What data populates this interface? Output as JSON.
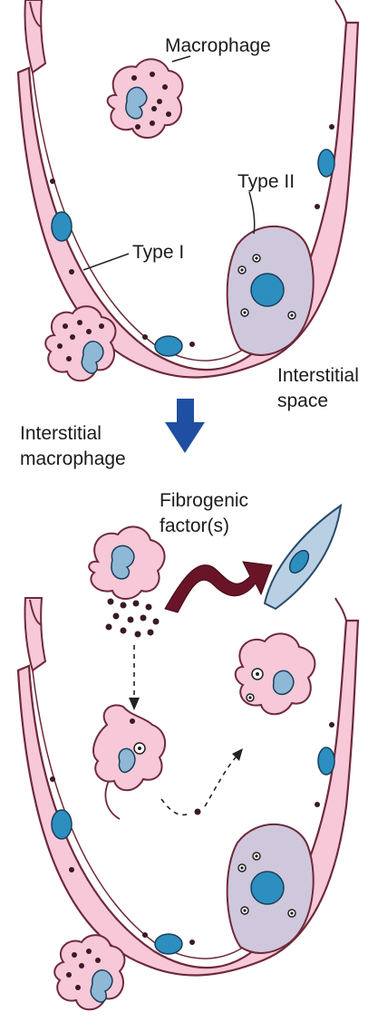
{
  "labels": {
    "macrophage": "Macrophage",
    "type_ii": "Type II",
    "type_i": "Type I",
    "interstitial_space_1": "Interstitial",
    "interstitial_space_2": "space",
    "interstitial_macrophage_1": "Interstitial",
    "interstitial_macrophage_2": "macrophage",
    "fibrogenic_1": "Fibrogenic",
    "fibrogenic_2": "factor(s)"
  },
  "colors": {
    "cell_pink": "#f6c8d8",
    "cell_outline": "#6e2a3a",
    "nucleus_blue": "#2c8fbf",
    "nucleus_light": "#8fb8d6",
    "type2_lavender": "#cfc8dc",
    "arrow_blue": "#1f4fa2",
    "fibrogenic_arrow": "#6a1428",
    "fibroblast_blue": "#b9cfe3"
  }
}
